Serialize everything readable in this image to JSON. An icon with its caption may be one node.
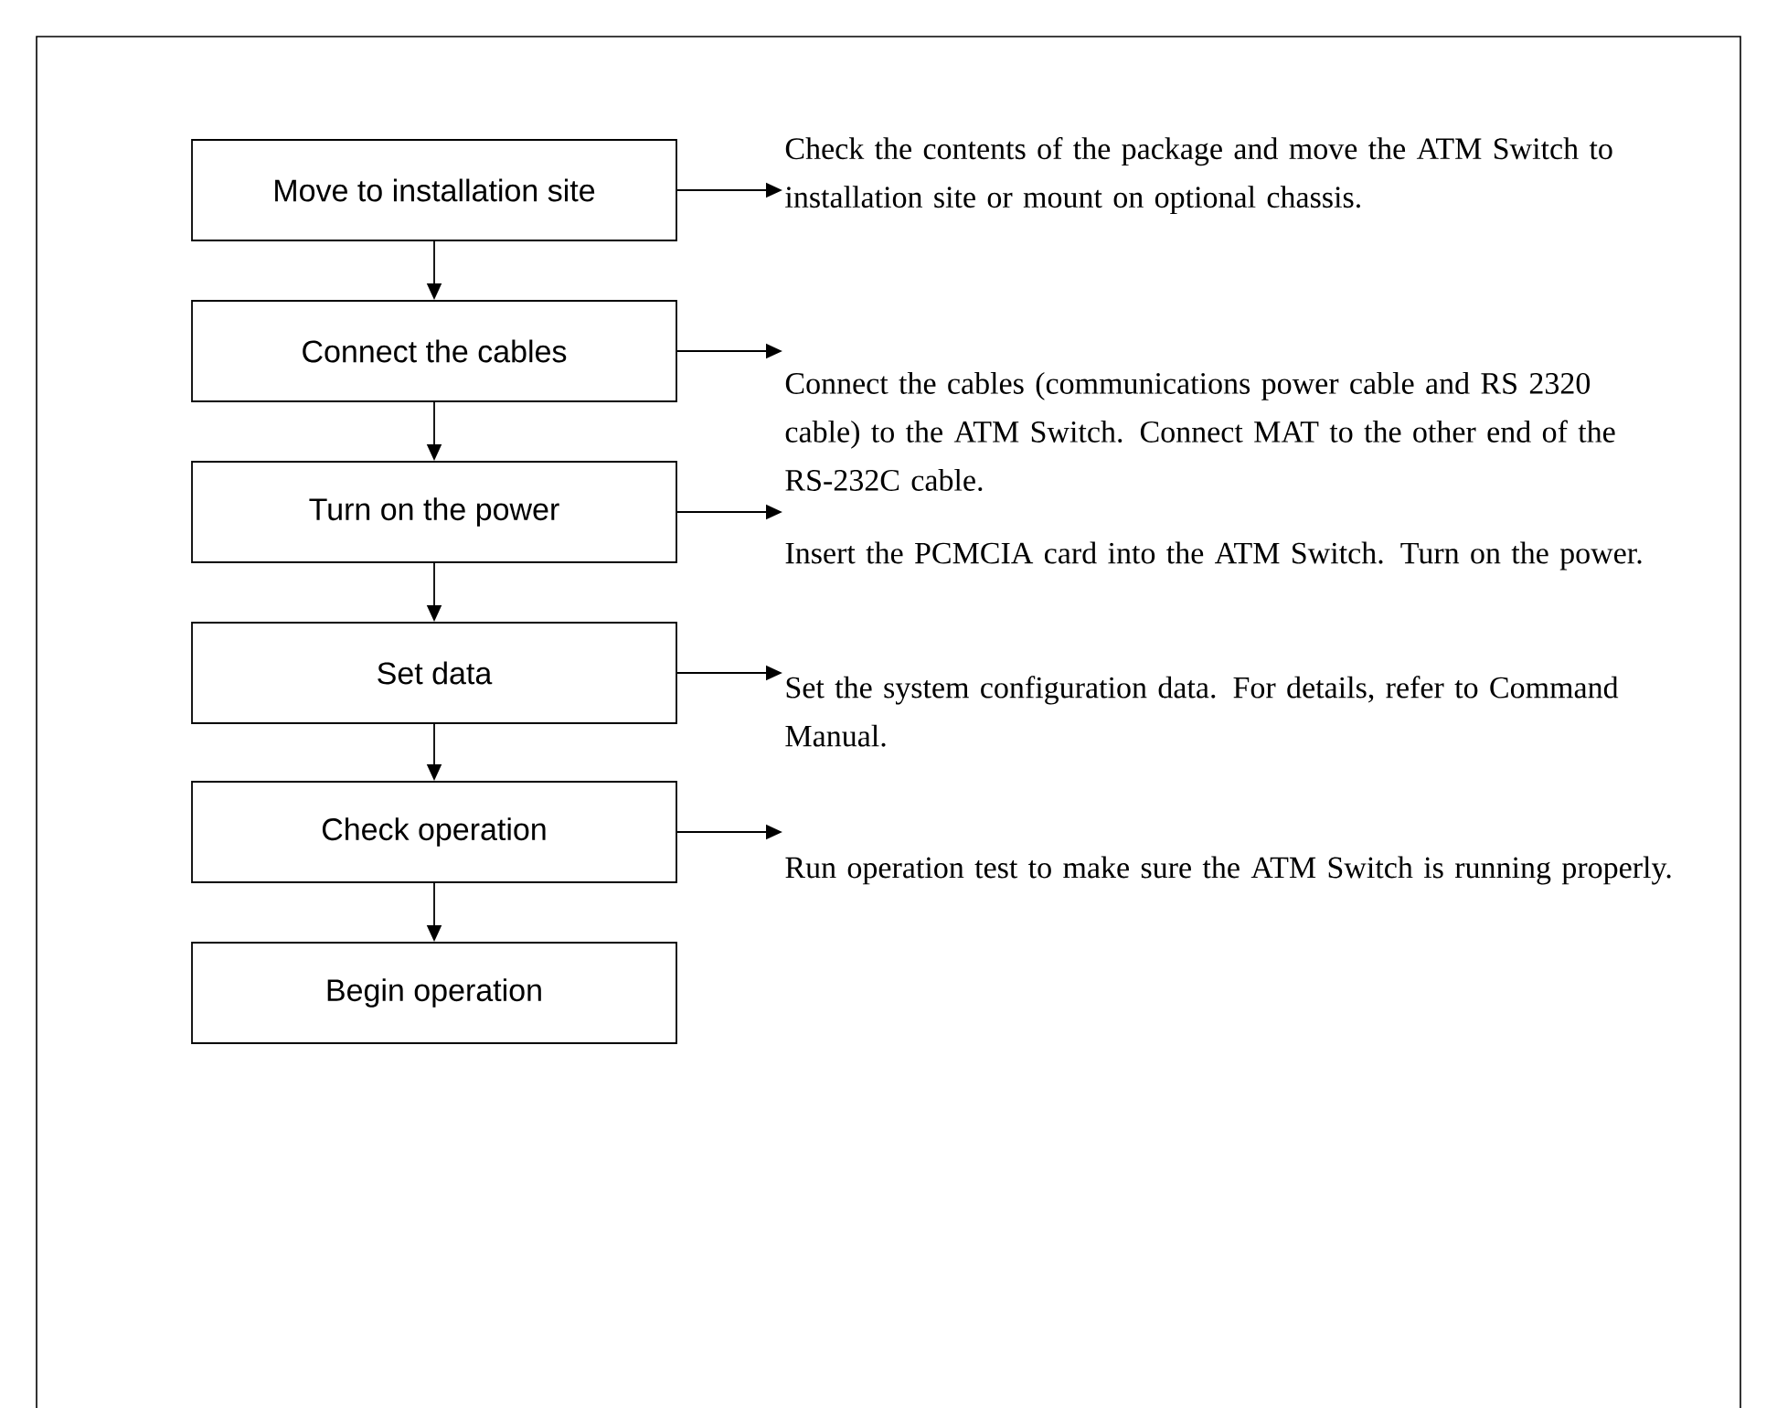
{
  "diagram": {
    "nodes": [
      {
        "text": [
          "Move to installation site"
        ]
      },
      {
        "text": [
          "Connect the cables"
        ]
      },
      {
        "text": [
          "Turn on the power"
        ]
      },
      {
        "text": [
          "Set data"
        ]
      },
      {
        "text": [
          "Check operation"
        ]
      },
      {
        "text": [
          "Begin operation"
        ]
      },
      {
        "text": [
          "Check the contents of the package and move the ATM Switch to installation site or mount on optional chassis."
        ]
      },
      {
        "text": [
          "Connect the cables (communications power cable and RS 2320 cable) to the ATM Switch. Connect MAT to the other end of the RS-232C cable."
        ]
      },
      {
        "text": [
          "Insert the PCMCIA card into the ATM Switch. Turn on the power."
        ]
      },
      {
        "text": [
          "Set the system configuration data. For details, refer to Command Manual."
        ]
      },
      {
        "text": [
          "Run operation test to make sure the ATM Switch is running properly."
        ]
      }
    ],
    "edges": [
      {
        "from": 0,
        "to": 1,
        "arrow": "to"
      },
      {
        "from": 1,
        "to": 2,
        "arrow": "to"
      },
      {
        "from": 2,
        "to": 3,
        "arrow": "to"
      },
      {
        "from": 3,
        "to": 4,
        "arrow": "to"
      },
      {
        "from": 4,
        "to": 5,
        "arrow": "to"
      },
      {
        "from": 0,
        "to": 6,
        "arrow": "to"
      },
      {
        "from": 1,
        "to": 7,
        "arrow": "to"
      },
      {
        "from": 2,
        "to": 8,
        "arrow": "to"
      },
      {
        "from": 3,
        "to": 9,
        "arrow": "to"
      },
      {
        "from": 4,
        "to": 10,
        "arrow": "to"
      }
    ]
  }
}
